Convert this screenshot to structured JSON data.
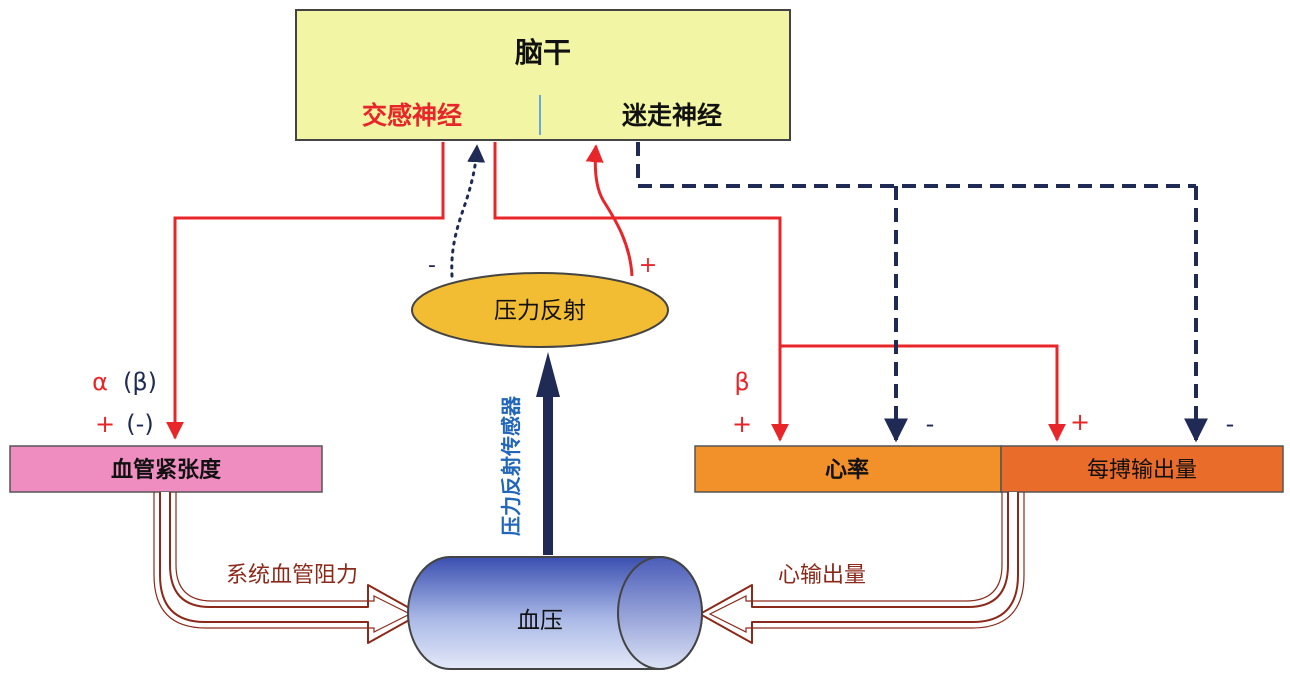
{
  "brainstem": {
    "title": "脑干",
    "sympathetic": "交感神经",
    "vagus": "迷走神经"
  },
  "baroreflex": {
    "label": "压力反射",
    "minus": "-",
    "plus": "+"
  },
  "baroreceptor": {
    "label": "压力反射传感器"
  },
  "vascular_tone": {
    "label": "血管紧张度",
    "receptor": "α (β)",
    "alpha": "α",
    "beta_paren": "(β)",
    "plus": "+",
    "minus_paren": "(-)"
  },
  "heart_rate": {
    "label": "心率",
    "receptor": "β",
    "plus": "+",
    "minus": "-"
  },
  "stroke_volume": {
    "label": "每搏输出量",
    "plus": "+",
    "minus": "-"
  },
  "blood_pressure": {
    "label": "血压"
  },
  "svr_label": "系统血管阻力",
  "co_label": "心输出量",
  "colors": {
    "sympathetic": "#e8262a",
    "vagus": "#1f2a55",
    "brainstem_fill": "#f2f5a3",
    "vascular_fill": "#ef8dc0",
    "heart_rate_fill": "#f2902a",
    "stroke_volume_fill": "#ea6c2a",
    "baroreflex_fill": "#f2bd33",
    "arrow_brown": "#8b2a1a",
    "baroreceptor_text": "#2166b8"
  }
}
